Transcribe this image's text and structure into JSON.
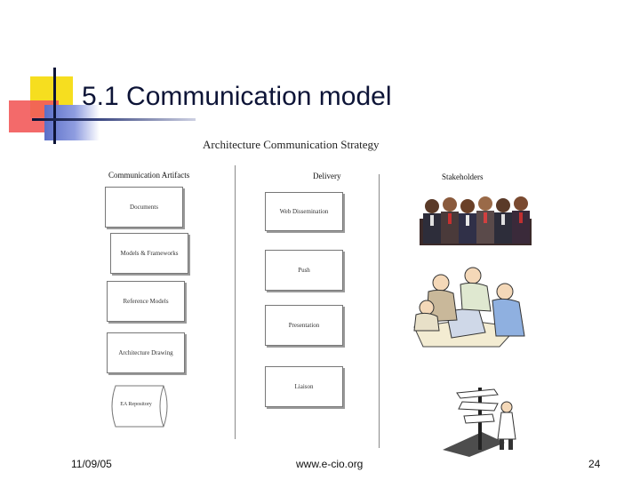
{
  "slide": {
    "title": "5.1 Communication model"
  },
  "diagram": {
    "title": "Architecture Communication Strategy",
    "columns": {
      "artifacts": {
        "header": "Communication Artifacts",
        "items": [
          "Documents",
          "Models & Frameworks",
          "Reference Models",
          "Architecture Drawing",
          "EA Repository"
        ]
      },
      "delivery": {
        "header": "Delivery",
        "items": [
          "Web Dissemination",
          "Push",
          "Presentation",
          "Liaison"
        ]
      },
      "stakeholders": {
        "header": "Stakeholders"
      }
    }
  },
  "footer": {
    "date": "11/09/05",
    "url": "www.e-cio.org",
    "page": "24"
  },
  "colors": {
    "title": "#0d1437",
    "deco_yellow": "#f6de1f",
    "deco_red": "#f25a5a",
    "deco_blue": "#5b6fc8"
  }
}
